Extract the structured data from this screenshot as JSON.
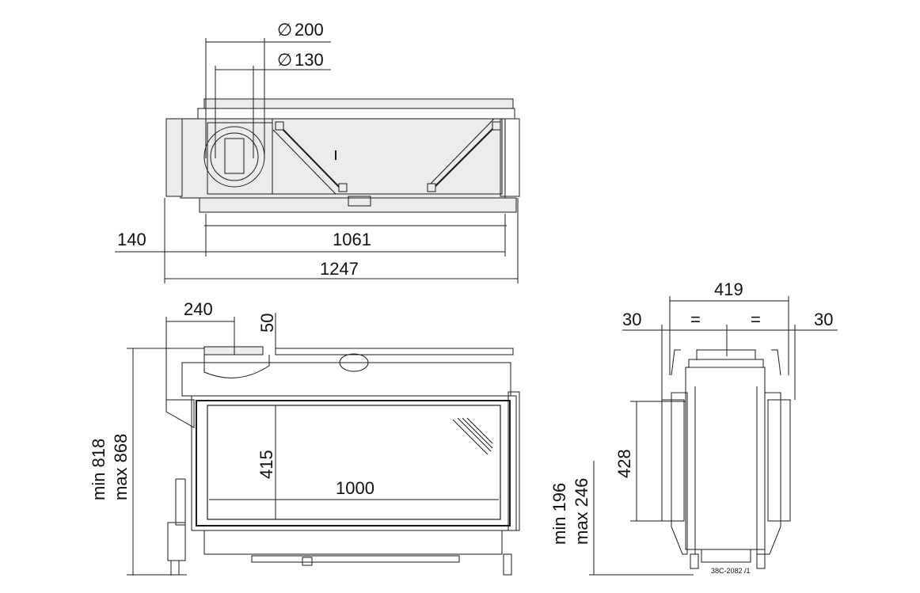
{
  "drawing": {
    "reference": "38C-2082 /1",
    "top_view": {
      "flue_outer": "200",
      "flue_inner": "130",
      "offset": "140",
      "glass_width": "1061",
      "total_width": "1247",
      "diameter_symbol": "∅"
    },
    "front_view": {
      "flue_offset": "240",
      "top_gap": "50",
      "height_min": "min 818",
      "height_max": "max 868",
      "opening_height": "415",
      "opening_width": "1000"
    },
    "side_view": {
      "depth": "419",
      "left_margin": "30",
      "right_margin": "30",
      "equal_left": "=",
      "equal_right": "=",
      "door_height": "428",
      "base_min": "min 196",
      "base_max": "max 246"
    }
  }
}
